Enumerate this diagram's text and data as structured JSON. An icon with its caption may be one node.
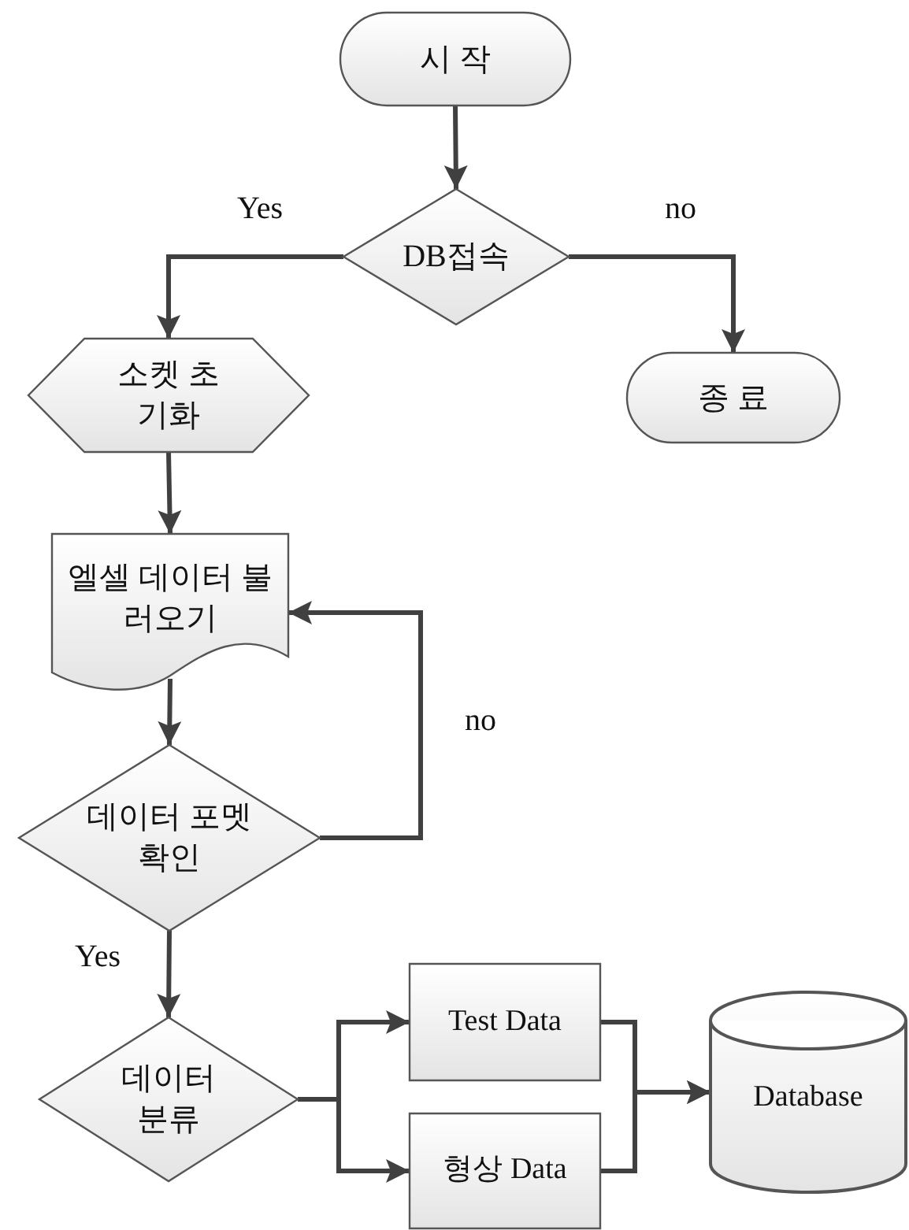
{
  "diagram": {
    "nodes": [
      {
        "text": [
          "시 작"
        ]
      },
      {
        "text": [
          "DB접속"
        ]
      },
      {
        "text": [
          "소켓 초기화"
        ]
      },
      {
        "text": [
          "종 료"
        ]
      },
      {
        "text": [
          "엘셀 데이터 불러오기"
        ]
      },
      {
        "text": [
          "데이터 포멧 확인"
        ]
      },
      {
        "text": [
          "데이터 분류"
        ]
      },
      {
        "text": [
          "Test Data"
        ]
      },
      {
        "text": [
          "형상 Data"
        ]
      },
      {
        "text": [
          "Database"
        ]
      }
    ],
    "edges": [
      {
        "from": 0,
        "to": 1,
        "arrow": "to"
      },
      {
        "from": 1,
        "to": 2,
        "arrow": "to",
        "label": "Yes"
      },
      {
        "from": 1,
        "to": 3,
        "arrow": "to",
        "label": "no"
      },
      {
        "from": 2,
        "to": 4,
        "arrow": "to"
      },
      {
        "from": 4,
        "to": 5,
        "arrow": "to"
      },
      {
        "from": 5,
        "to": 4,
        "arrow": "to",
        "label": "no"
      },
      {
        "from": 5,
        "to": 6,
        "arrow": "to",
        "label": "Yes"
      },
      {
        "from": 6,
        "to": 7,
        "arrow": "to"
      },
      {
        "from": 6,
        "to": 8,
        "arrow": "to"
      },
      {
        "from": 7,
        "to": 9,
        "arrow": "to"
      },
      {
        "from": 8,
        "to": 9,
        "arrow": "to"
      }
    ]
  }
}
